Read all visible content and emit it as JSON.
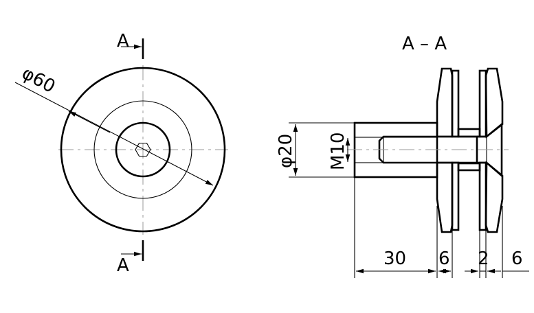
{
  "front_view": {
    "section_mark_top": "A",
    "section_mark_bottom": "A",
    "diameter_label": "φ60"
  },
  "section_view": {
    "title": "A – A",
    "diameter_label": "φ20",
    "thread_label": "M10",
    "dimensions": [
      "30",
      "6",
      "2",
      "6"
    ]
  },
  "colors": {
    "line": "#000000",
    "centerline": "#999999"
  }
}
